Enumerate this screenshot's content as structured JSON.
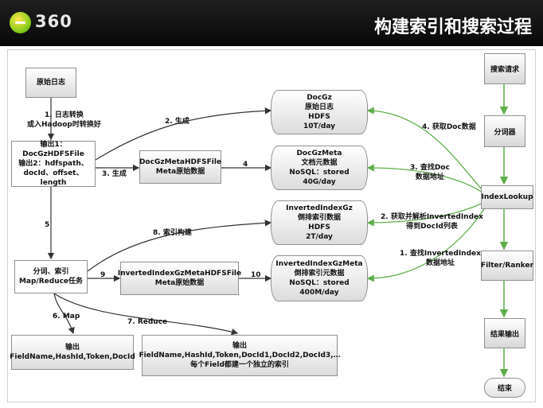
{
  "header": {
    "logo_text": "360",
    "title": "构建索引和搜索过程"
  },
  "nodes": {
    "raw_log": "原始日志",
    "output_hdfs": "输出1：DocGzHDFSFile\n输出2：hdfspath、\ndocId、offset、length",
    "docgz_meta_file": "DocGzMetaHDFSFile\nMeta原始数据",
    "tokenize": "分词、索引\nMap/Reduce任务",
    "inv_meta_file": "InvertedIndexGzMetaHDFSFile\nMeta原始数据",
    "out_map": "输出\nFieldName,HashId,Token,DocId",
    "out_reduce": "输出\nFieldName,HashId,Token,DocId1,DocId2,DocId3,…\n每个Field都建一个独立的索引"
  },
  "stores": {
    "docgz": "DocGz\n原始日志\nHDFS\n10T/day",
    "docgz_meta": "DocGzMeta\n文档元数据\nNoSQL：stored\n40G/day",
    "inv_gz": "InvertedIndexGz\n倒排索引数据\nHDFS\n2T/day",
    "inv_gz_meta": "InvertedIndexGzMeta\n倒排索引元数据\nNoSQL：stored\n400M/day"
  },
  "side": {
    "search_request": "搜索请求",
    "tokenizer": "分词器",
    "index_lookup": "IndexLookup",
    "filter_ranker": "Filter/Ranker",
    "result_output": "结果输出",
    "end": "结束"
  },
  "edge_labels": {
    "e1": "1. 日志转换\n或入Hadoop时转换好",
    "e2": "2. 生成",
    "e3": "3. 生成",
    "e4": "4",
    "e5": "5",
    "e6": "6. Map",
    "e7": "7. Reduce",
    "e8": "8. 索引构建",
    "e9": "9",
    "e10": "10",
    "s1": "1. 查找InvertedIndex\n数据地址",
    "s2": "2. 获取并解析InvertedIndex\n得到DocId列表",
    "s3": "3. 查找Doc\n数据地址",
    "s4": "4. 获取Doc数据"
  },
  "colors": {
    "flow_arrow": "#333333",
    "search_arrow": "#5fae4a",
    "header_bg": "#111111"
  }
}
